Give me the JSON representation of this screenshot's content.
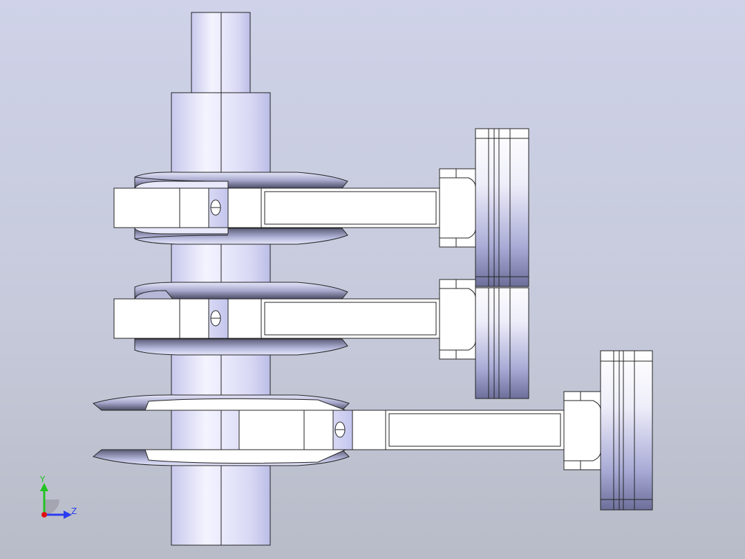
{
  "viewport": {
    "background_top": "#cfd2e8",
    "background_bottom": "#b8bcc8"
  },
  "model": {
    "description_icon": "crankshaft-assembly",
    "cylinders": 3
  },
  "triad": {
    "y_label": "Y",
    "z_label": "Z",
    "y_color": "#22c322",
    "z_color": "#2a3cf0",
    "x_color": "#e01010"
  }
}
